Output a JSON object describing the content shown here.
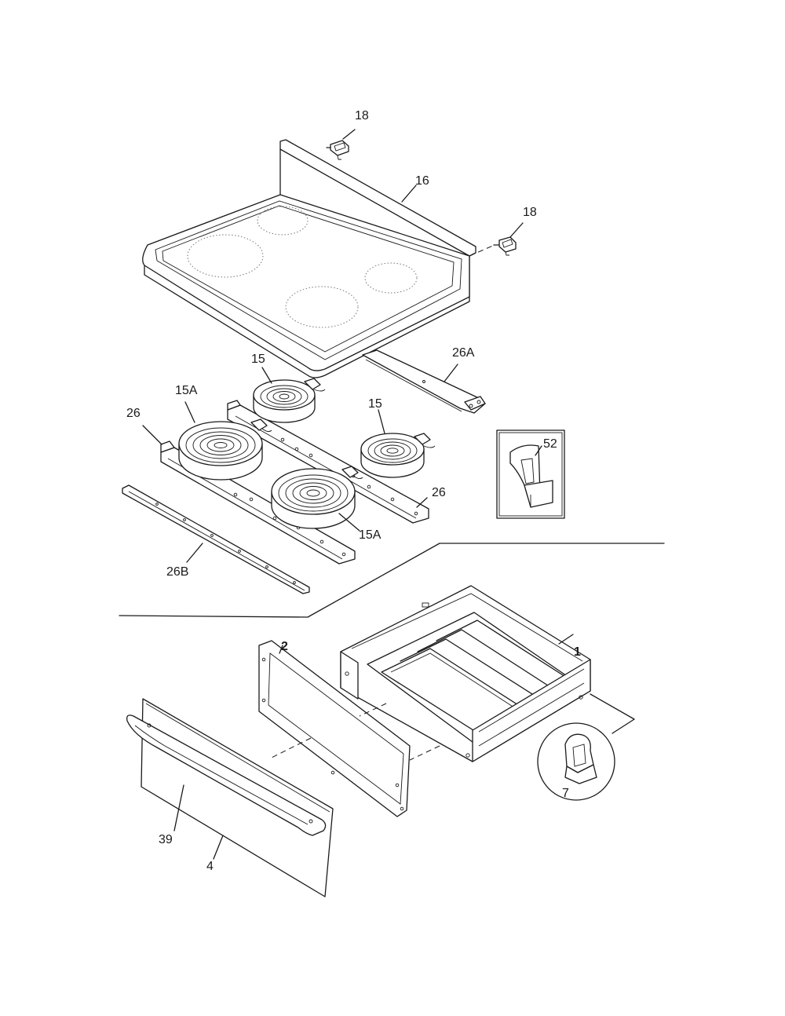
{
  "callouts": {
    "part_18_a": "18",
    "part_16": "16",
    "part_18_b": "18",
    "part_26a": "26A",
    "part_15_a": "15",
    "part_15a_a": "15A",
    "part_26_a": "26",
    "part_15_b": "15",
    "part_52": "52",
    "part_26_b": "26",
    "part_15a_b": "15A",
    "part_26b": "26B",
    "part_1": "1",
    "part_2": "2",
    "part_7": "7",
    "part_39": "39",
    "part_4": "4"
  }
}
